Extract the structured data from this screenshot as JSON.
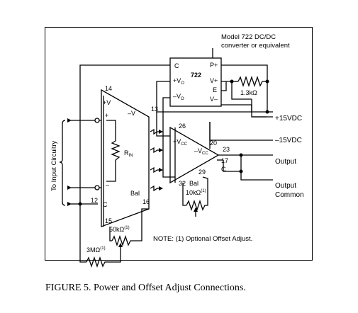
{
  "converter": {
    "model_line1": "Model 722 DC/DC",
    "model_line2": "converter or equivalent",
    "number": "722",
    "pin_c": "C",
    "pin_pvo": "+V",
    "pin_pvo_sub": "O",
    "pin_nvo": "–V",
    "pin_nvo_sub": "O",
    "pin_pplus": "P+",
    "pin_vplus": "V+",
    "pin_e": "E",
    "pin_vminus": "V–"
  },
  "resistor_1k3": "1.3kΩ",
  "supply": {
    "pos": "+15VDC",
    "neg": "–15VDC",
    "output": "Output",
    "output_common_1": "Output",
    "output_common_2": "Common"
  },
  "iso_amp": {
    "pv": "+V",
    "nv": "–V",
    "plus": "+",
    "minus": "–",
    "c": "C",
    "bal": "Bal",
    "rin": "R",
    "rin_sub": "IN",
    "pin14": "14",
    "pin13": "13",
    "pin12": "12",
    "pin16": "16",
    "pin15": "15"
  },
  "out_amp": {
    "vcc_pos": "+V",
    "vcc_pos_sub": "CC",
    "vcc_neg": "–V",
    "vcc_neg_sub": "CC",
    "bal": "Bal",
    "c": "C",
    "pin26": "26",
    "pin20": "20",
    "pin23": "23",
    "pin17": "17",
    "pin29": "29",
    "pin32": "32"
  },
  "offset": {
    "r10k": "10kΩ",
    "r50k": "50kΩ",
    "r3m": "3MΩ",
    "note_mark": "(1)",
    "note": "NOTE: (1) Optional Offset Adjust."
  },
  "input_label": "To Input Circuitry",
  "caption": "FIGURE 5. Power and Offset Adjust Connections."
}
